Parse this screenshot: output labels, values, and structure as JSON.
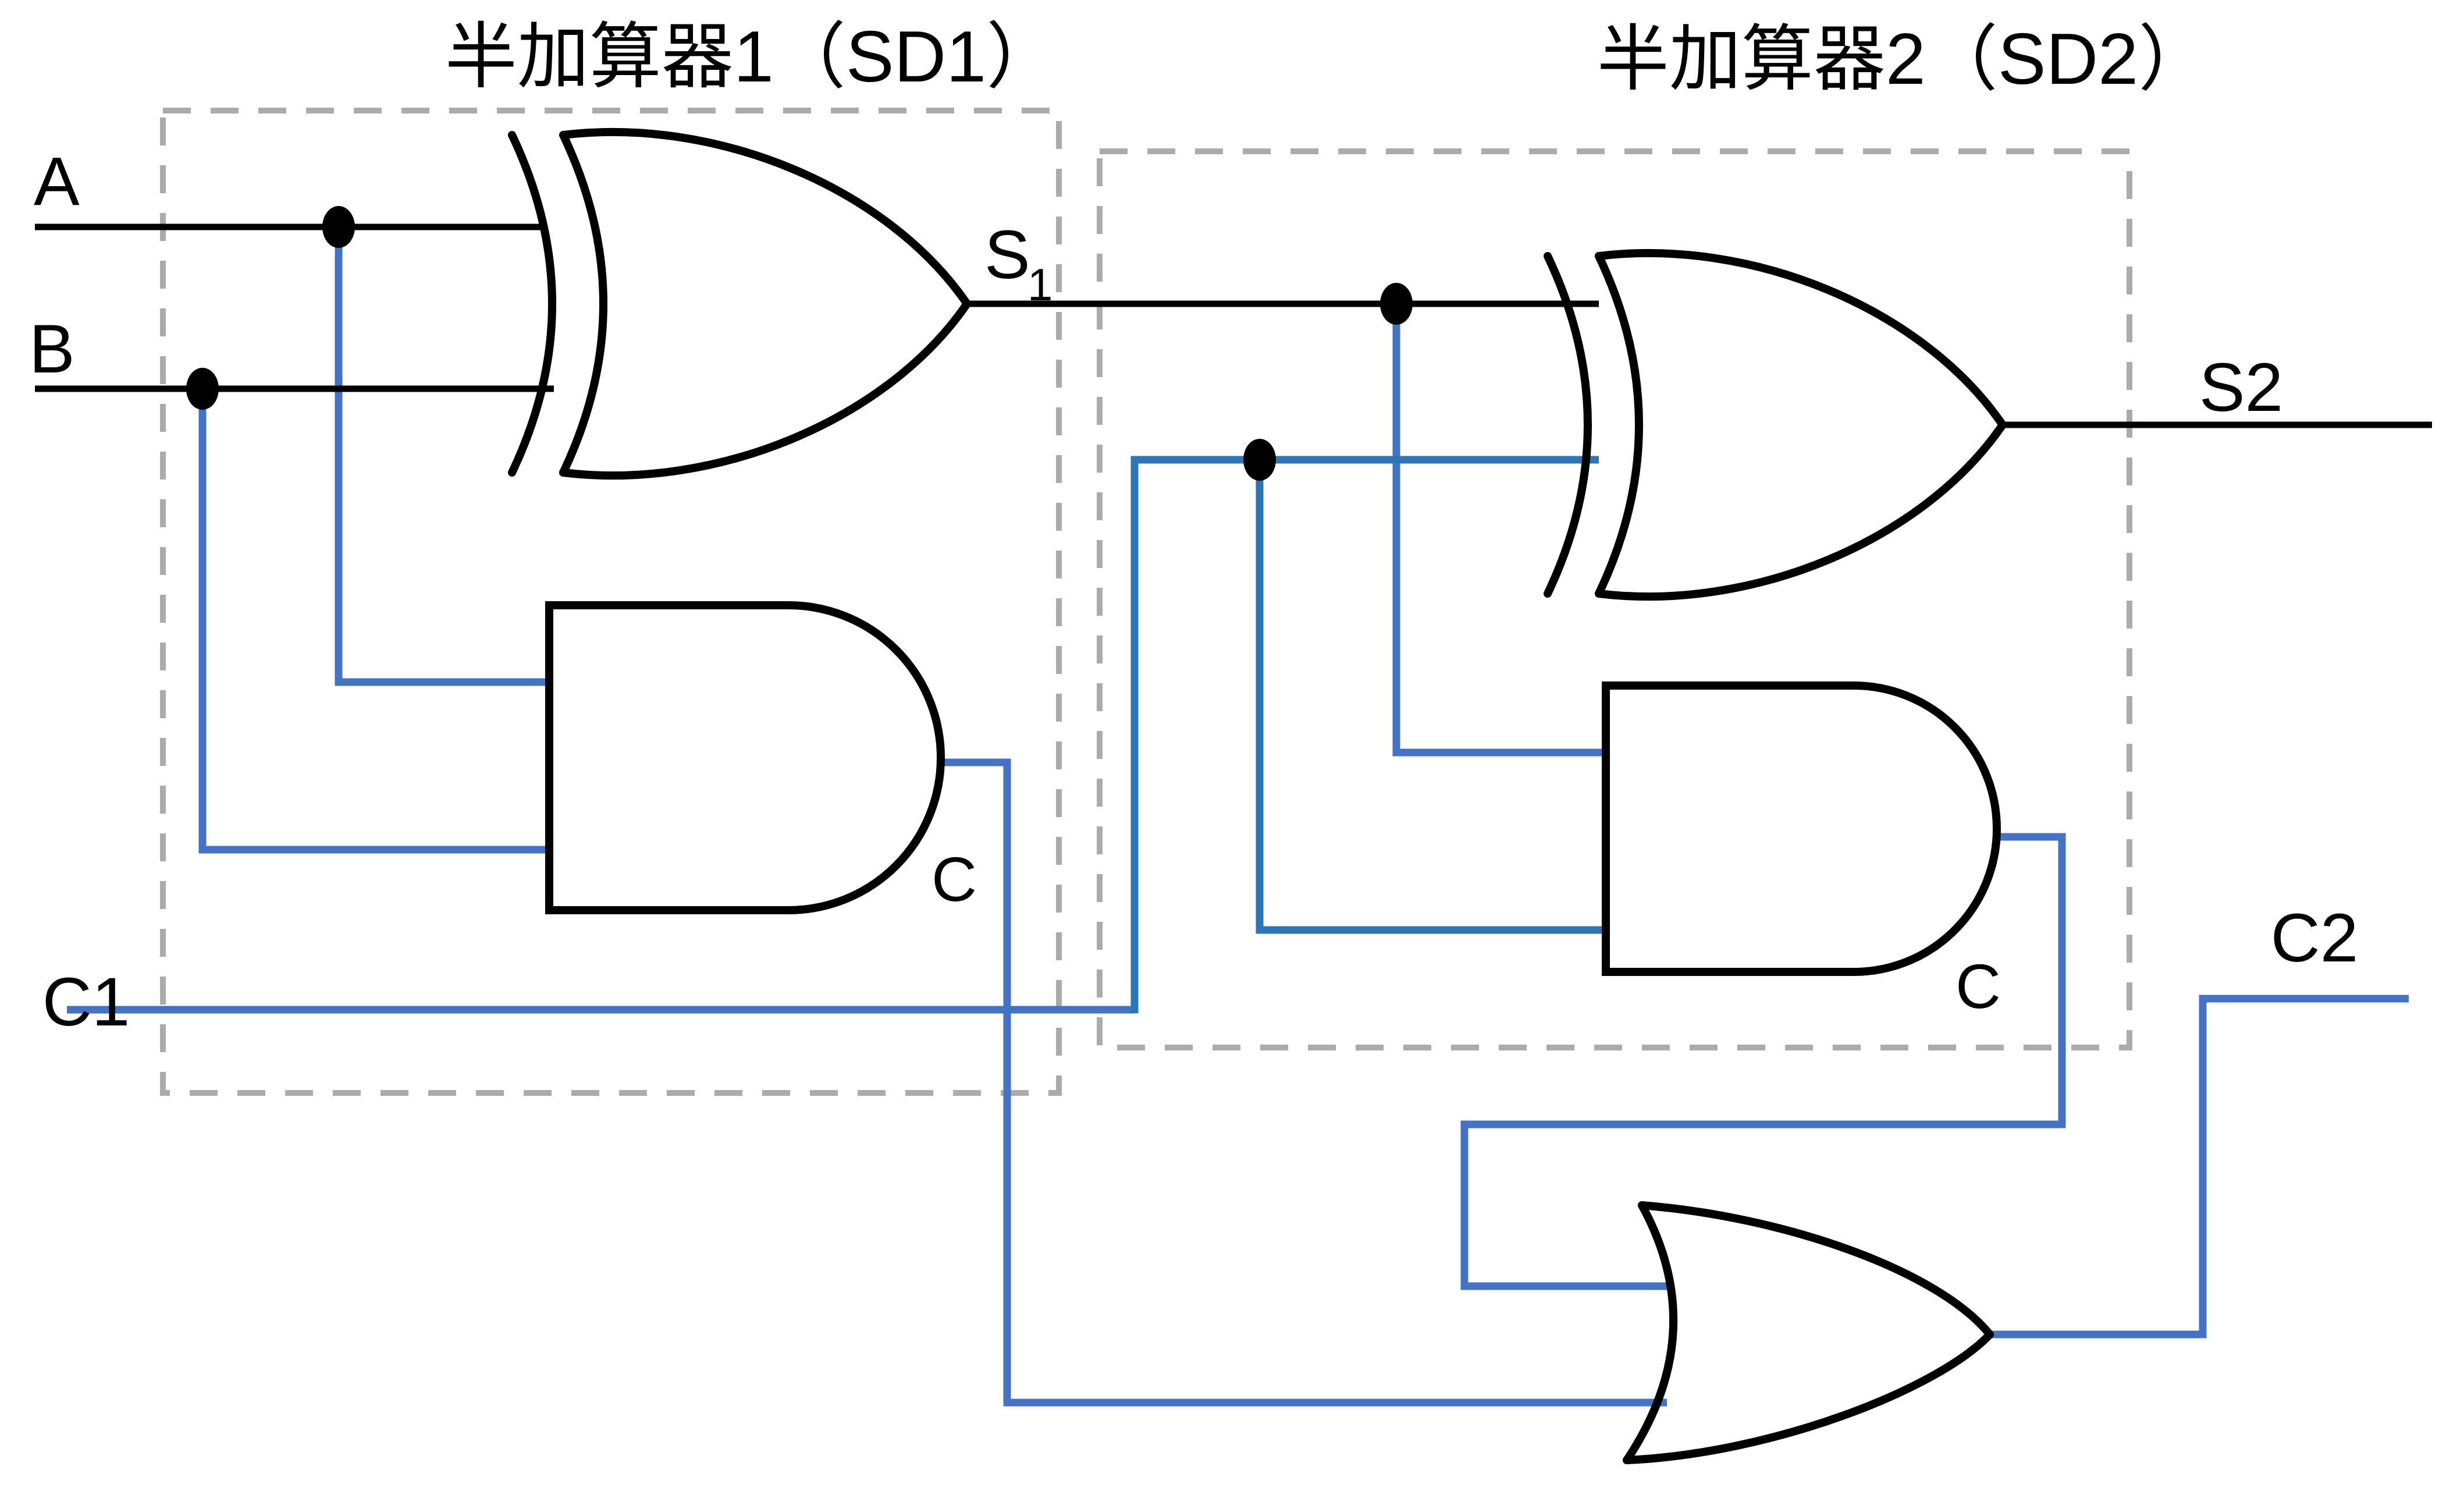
{
  "titles": {
    "sd1": "半加算器1（SD1）",
    "sd2": "半加算器2（SD2）"
  },
  "labels": {
    "input_a": "A",
    "input_b": "B",
    "sum1_base": "S",
    "sum1_subscript": "1",
    "sum2": "S2",
    "carry_gate_sd1": "C",
    "carry_gate_sd2": "C",
    "carry_in": "C1",
    "carry_out": "C2"
  },
  "colors": {
    "wire_black": "#000000",
    "wire_blue": "#4472C4",
    "wire_blue_bright": "#2E75B6",
    "box_dash_gray": "#ABABAB",
    "junction_dot": "#000000",
    "background": "#FFFFFF"
  },
  "gates": {
    "xor1": "XOR gate of half adder 1 (output S1)",
    "and1": "AND gate of half adder 1 (output C)",
    "xor2": "XOR gate of half adder 2 (output S2)",
    "and2": "AND gate of half adder 2 (output C)",
    "or1": "OR gate combining carries (output C2)"
  }
}
